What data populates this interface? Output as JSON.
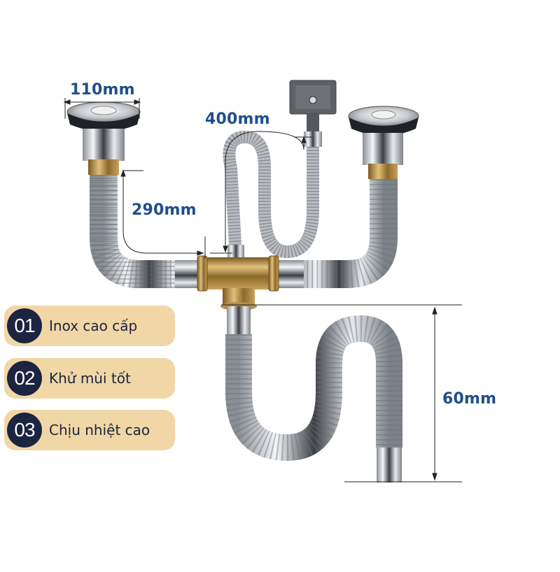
{
  "product": {
    "description": "Double sink drain pipe set diagram with dimensions"
  },
  "dimensions": {
    "strainer_diameter": "110mm",
    "overflow_hose_length": "400mm",
    "branch_pipe_length": "290mm",
    "trap_height": "60mm"
  },
  "features": [
    {
      "number": "01",
      "label": "Inox cao cấp"
    },
    {
      "number": "02",
      "label": "Khử mùi tốt"
    },
    {
      "number": "03",
      "label": "Chịu nhiệt cao"
    }
  ],
  "colors": {
    "dimension_text": "#1f4e8c",
    "feature_bg": "#f1d6a6",
    "feature_badge": "#1b2440",
    "brass": "#b8923e",
    "chrome": "#c9ccd0"
  }
}
